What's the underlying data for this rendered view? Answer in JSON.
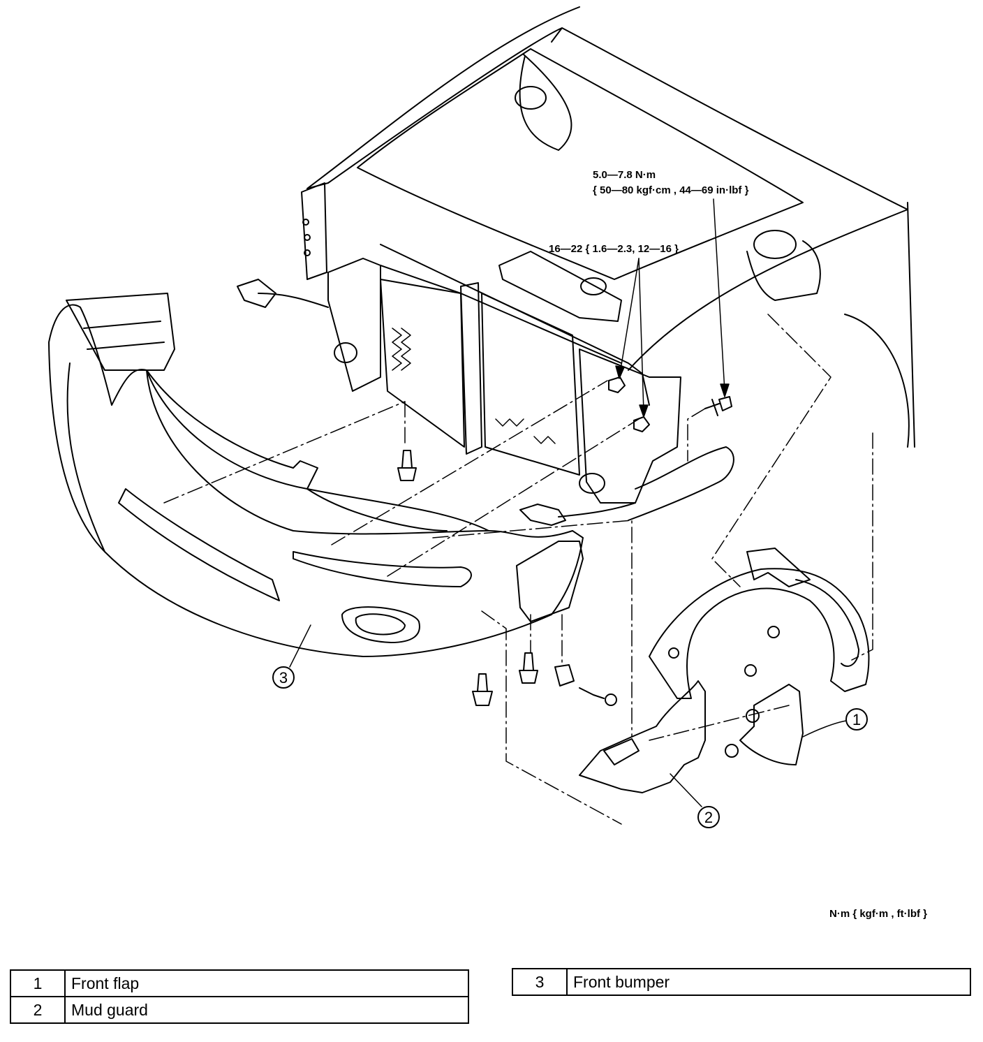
{
  "torque_specs": {
    "bolt_small_line1": "5.0—7.8 N·m",
    "bolt_small_line2": "{ 50—80 kgf·cm , 44—69 in·lbf }",
    "nut_bracket": "16—22 { 1.6—2.3, 12—16 }",
    "unit_note": "N·m { kgf·m , ft·lbf }"
  },
  "callouts": [
    {
      "number": "1",
      "target": "front-flap"
    },
    {
      "number": "2",
      "target": "mud-guard"
    },
    {
      "number": "3",
      "target": "front-bumper"
    }
  ],
  "legend": {
    "left": [
      {
        "number": "1",
        "name": "Front flap"
      },
      {
        "number": "2",
        "name": "Mud guard"
      }
    ],
    "right": [
      {
        "number": "3",
        "name": "Front bumper"
      }
    ]
  }
}
